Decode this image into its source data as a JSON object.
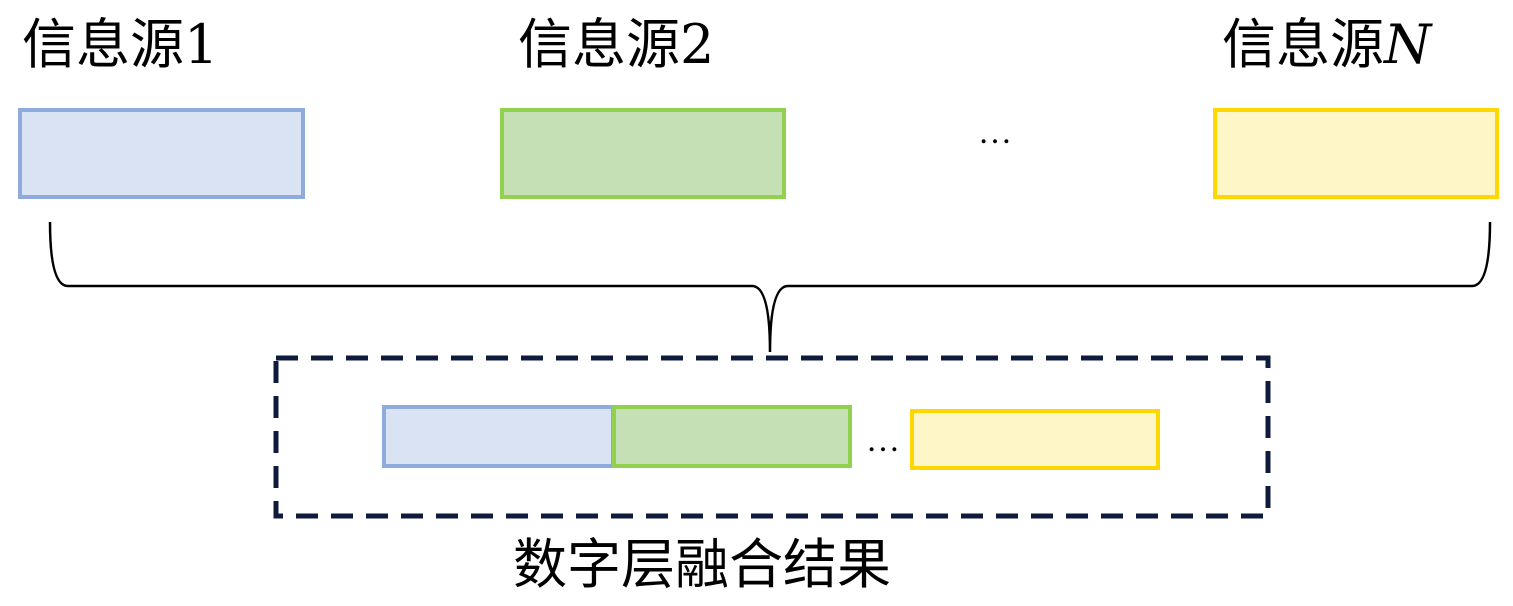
{
  "sources": [
    {
      "name": "信息源",
      "index": "1",
      "index_italic": false,
      "fill": "#dae3f3",
      "border": "#8faadc"
    },
    {
      "name": "信息源",
      "index": "2",
      "index_italic": false,
      "fill": "#c5e0b4",
      "border": "#92d050"
    },
    {
      "name": "信息源",
      "index": "N",
      "index_italic": true,
      "fill": "#fff6c8",
      "border": "#ffd700"
    }
  ],
  "ellipsis": "…",
  "fusion": {
    "label": "数字层融合结果",
    "border_color": "#0f1b3d"
  }
}
